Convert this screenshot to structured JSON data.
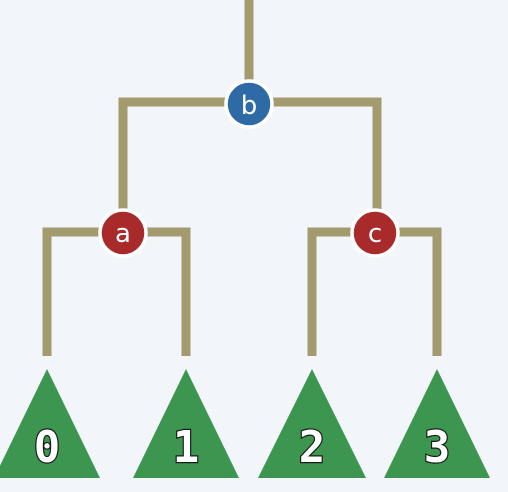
{
  "colors": {
    "background": "#f2f6fa",
    "edge": "#a39a6e",
    "root_node": "#2e6aa6",
    "inner_node": "#a82a2a",
    "leaf": "#3d9650",
    "node_outline": "#ffffff"
  },
  "tree": {
    "root": {
      "label": "b",
      "color": "#2e6aa6",
      "left": {
        "label": "a",
        "color": "#a82a2a",
        "left": {
          "leaf_label": "0"
        },
        "right": {
          "leaf_label": "1"
        }
      },
      "right": {
        "label": "c",
        "color": "#a82a2a",
        "left": {
          "leaf_label": "2"
        },
        "right": {
          "leaf_label": "3"
        }
      }
    }
  }
}
